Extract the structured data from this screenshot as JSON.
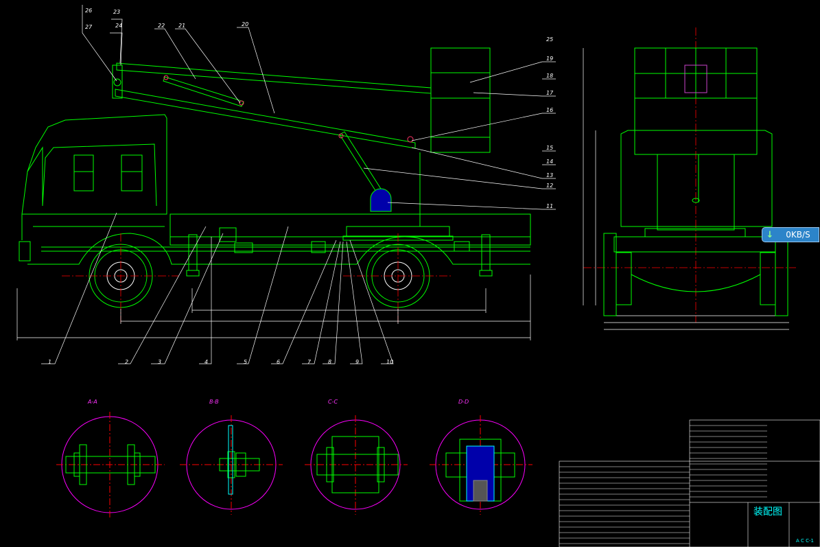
{
  "balloons": [
    "1",
    "2",
    "3",
    "4",
    "5",
    "6",
    "7",
    "8",
    "9",
    "10",
    "11",
    "12",
    "13",
    "14",
    "15",
    "16",
    "17",
    "18",
    "19",
    "20",
    "21",
    "22",
    "23",
    "24",
    "25",
    "26",
    "27"
  ],
  "sections": [
    "A-A",
    "B-B",
    "C-C",
    "D-D"
  ],
  "title_block": {
    "title": "装配图",
    "code": "A C C-1"
  },
  "speed_badge": {
    "icon": "down-arrow-icon",
    "value": "0KB/S"
  },
  "colors": {
    "green": "#00ff00",
    "white": "#ffffff",
    "red": "#ff0000",
    "cyan": "#00ffff",
    "magenta": "#ff00ff",
    "blue": "#0000ff"
  }
}
